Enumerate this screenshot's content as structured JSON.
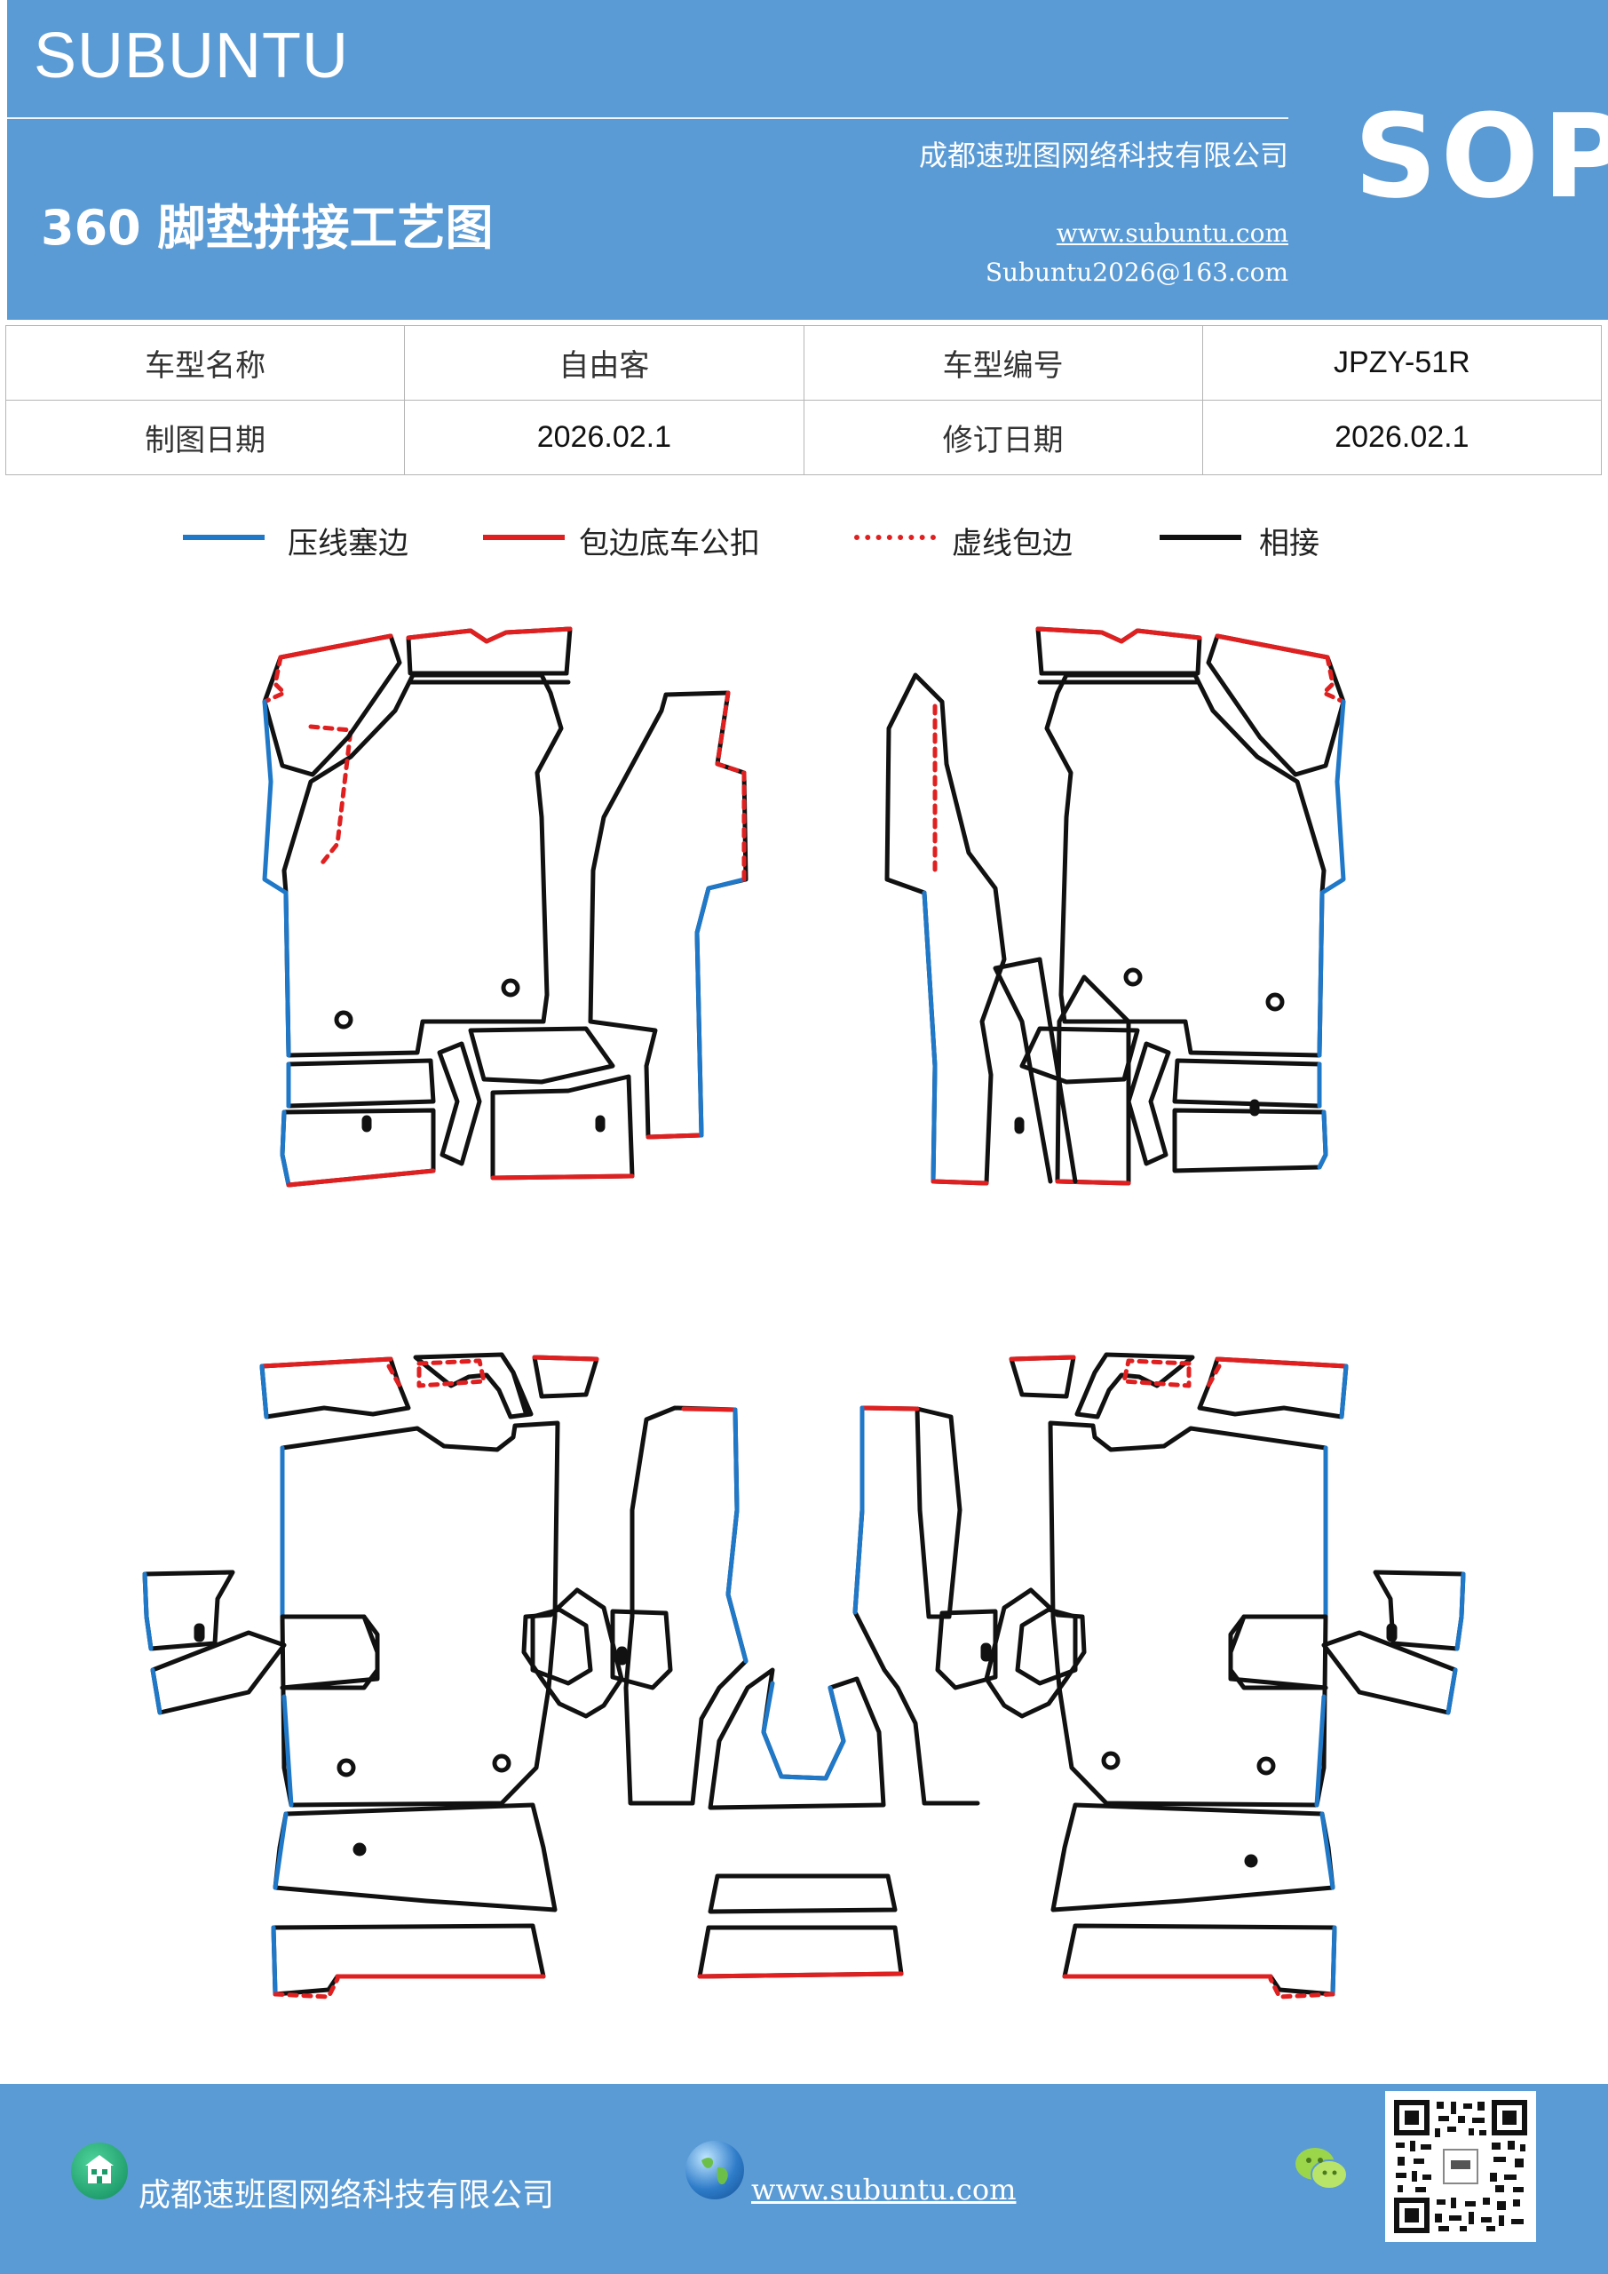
{
  "header": {
    "brand": "SUBUNTU",
    "title": "360 脚垫拼接工艺图",
    "company": "成都速班图网络科技有限公司",
    "website": "www.subuntu.com",
    "email": "Subuntu2026@163.com",
    "badge": "SOP"
  },
  "info": {
    "model_name_label": "车型名称",
    "model_name_value": "自由客",
    "model_code_label": "车型编号",
    "model_code_value": "JPZY-51R",
    "draw_date_label": "制图日期",
    "draw_date_value": "2026.02.1",
    "revise_date_label": "修订日期",
    "revise_date_value": "2026.02.1"
  },
  "legend": [
    {
      "label": "压线塞边",
      "color": "#1f78c8",
      "style": "solid"
    },
    {
      "label": "包边底车公扣",
      "color": "#e02020",
      "style": "solid"
    },
    {
      "label": "虚线包边",
      "color": "#e02020",
      "style": "dotted"
    },
    {
      "label": "相接",
      "color": "#111111",
      "style": "solid"
    }
  ],
  "colors": {
    "header_bg": "#5b9bd5",
    "blue_edge": "#1f78c8",
    "red_edge": "#e02020",
    "outline": "#111111"
  },
  "footer": {
    "company": "成都速班图网络科技有限公司",
    "website": "www.subuntu.com",
    "icons": [
      "building-icon",
      "globe-icon",
      "wechat-icon",
      "qr-code"
    ]
  }
}
